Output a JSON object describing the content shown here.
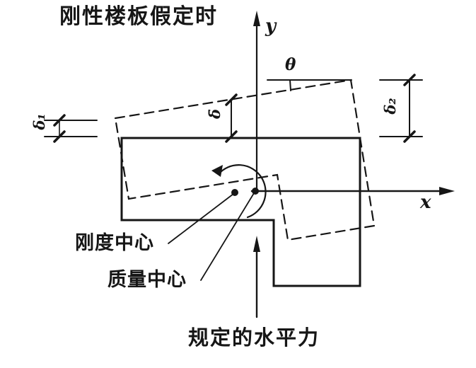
{
  "figure": {
    "title": "刚性楼板假定时",
    "axis": {
      "x": "x",
      "y": "y"
    },
    "angle": "θ",
    "dims": {
      "delta1": "δ₁",
      "deltaBar": "δ̄",
      "delta2": "δ₂"
    },
    "labels": {
      "stiffness_center": "刚度中心",
      "mass_center": "质量中心",
      "force": "规定的水平力"
    }
  },
  "colors": {
    "ink": "#161616",
    "background": "#ffffff"
  }
}
